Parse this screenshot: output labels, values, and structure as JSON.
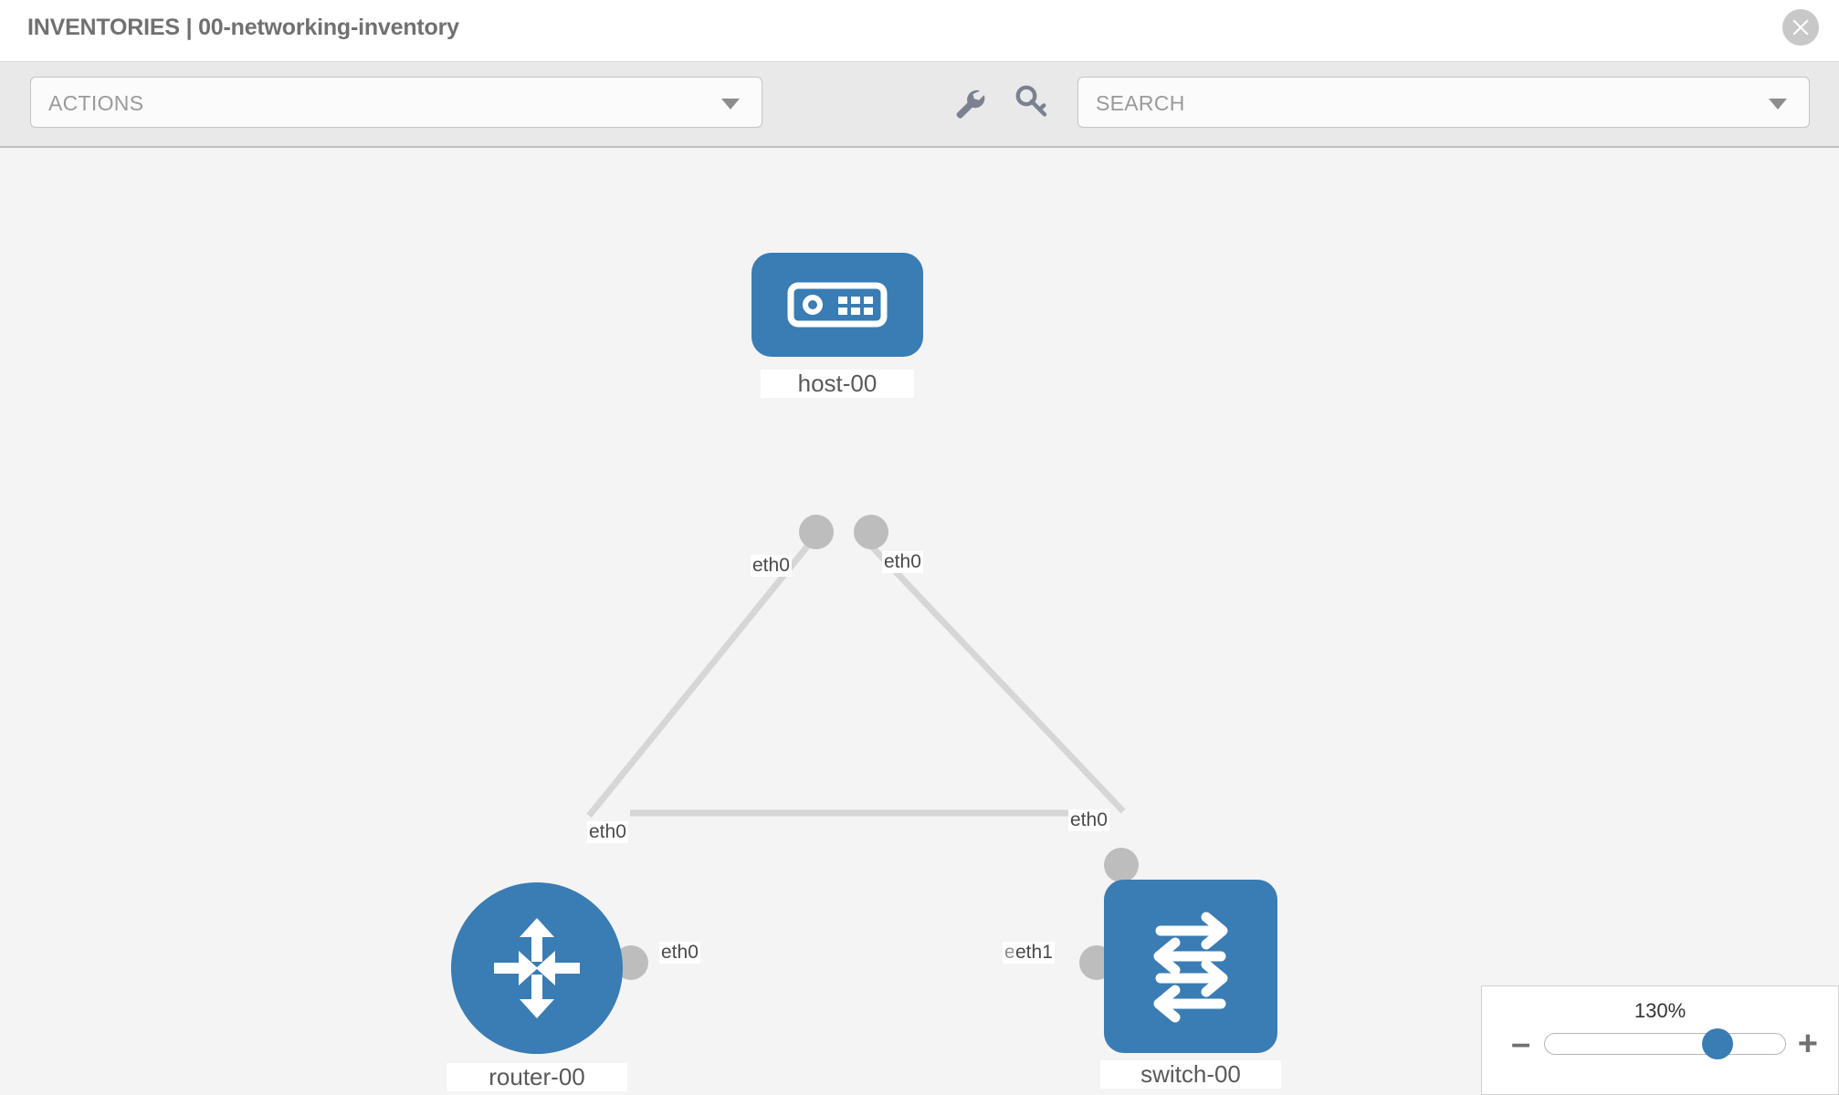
{
  "header": {
    "title": "INVENTORIES | 00-networking-inventory",
    "close_icon": "close-circle-icon"
  },
  "toolbar": {
    "actions_label": "ACTIONS",
    "actions_caret_icon": "chevron-down-icon",
    "wrench_icon": "wrench-icon",
    "key_icon": "key-icon",
    "search_placeholder": "SEARCH",
    "search_value": "",
    "search_caret_icon": "chevron-down-icon"
  },
  "topology": {
    "nodes": [
      {
        "id": "host-00",
        "label": "host-00",
        "icon": "server-appliance-icon",
        "shape": "rounded",
        "color": "#3a7cb4"
      },
      {
        "id": "router-00",
        "label": "router-00",
        "icon": "router-arrows-icon",
        "shape": "circle",
        "color": "#3a7cb4"
      },
      {
        "id": "switch-00",
        "label": "switch-00",
        "icon": "switch-arrows-icon",
        "shape": "rounded",
        "color": "#3a7cb4"
      }
    ],
    "edges": [
      {
        "from": "host-00",
        "to": "router-00",
        "from_iface": "eth0",
        "to_iface": "eth0"
      },
      {
        "from": "host-00",
        "to": "switch-00",
        "from_iface": "eth0",
        "to_iface": "eth0"
      },
      {
        "from": "router-00",
        "to": "switch-00",
        "from_iface": "eth0",
        "to_iface": "eth1"
      }
    ],
    "interface_labels": {
      "host_left": "eth0",
      "host_right": "eth0",
      "router_upper": "eth0",
      "switch_upper": "eth0",
      "router_right": "eth0",
      "switch_left_hidden": "eth0",
      "switch_left": "eth1"
    }
  },
  "zoom_control": {
    "percent": "130%",
    "minus_label": "–",
    "plus_label": "+",
    "value": 130,
    "min": 0,
    "max": 200
  }
}
